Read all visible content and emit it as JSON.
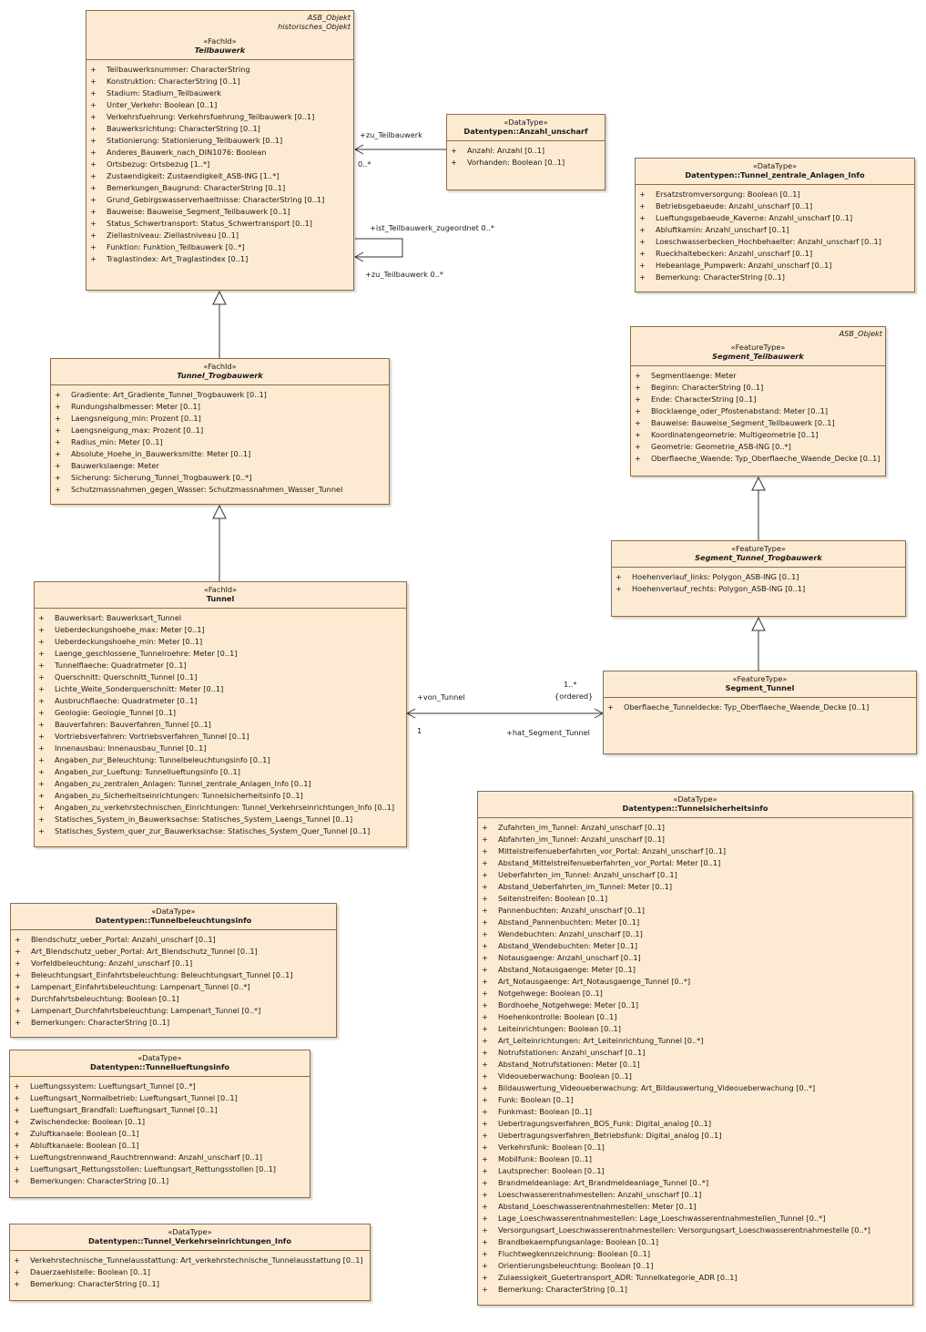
{
  "classes": {
    "teilbauwerk": {
      "tags": [
        "ASB_Objekt",
        "historisches_Objekt"
      ],
      "stereotype": "«FachId»",
      "name": "Teilbauwerk",
      "attributes": [
        {
          "vis": "+",
          "text": "Teilbauwerksnummer: CharacterString"
        },
        {
          "vis": "+",
          "text": "Konstruktion: CharacterString [0..1]"
        },
        {
          "vis": "+",
          "text": "Stadium: Stadium_Teilbauwerk"
        },
        {
          "vis": "+",
          "text": "Unter_Verkehr: Boolean [0..1]"
        },
        {
          "vis": "+",
          "text": "Verkehrsfuehrung: Verkehrsfuehrung_Teilbauwerk [0..1]"
        },
        {
          "vis": "+",
          "text": "Bauwerksrichtung: CharacterString [0..1]"
        },
        {
          "vis": "+",
          "text": "Stationierung: Stationierung_Teilbauwerk [0..1]"
        },
        {
          "vis": "+",
          "text": "Anderes_Bauwerk_nach_DIN1076: Boolean"
        },
        {
          "vis": "+",
          "text": "Ortsbezug: Ortsbezug [1..*]"
        },
        {
          "vis": "+",
          "text": "Zustaendigkeit: Zustaendigkeit_ASB-ING [1..*]"
        },
        {
          "vis": "+",
          "text": "Bemerkungen_Baugrund: CharacterString [0..1]"
        },
        {
          "vis": "+",
          "text": "Grund_Gebirgswasserverhaeltnisse: CharacterString [0..1]"
        },
        {
          "vis": "+",
          "text": "Bauweise: Bauweise_Segment_Teilbauwerk [0..1]"
        },
        {
          "vis": "+",
          "text": "Status_Schwertransport: Status_Schwertransport [0..1]"
        },
        {
          "vis": "+",
          "text": "Ziellastniveau: Ziellastniveau [0..1]"
        },
        {
          "vis": "+",
          "text": "Funktion: Funktion_Teilbauwerk [0..*]"
        },
        {
          "vis": "+",
          "text": "Traglastindex: Art_Traglastindex [0..1]"
        }
      ]
    },
    "anzahl_unscharf": {
      "stereotype": "«DataType»",
      "name": "Datentypen::Anzahl_unscharf",
      "attributes": [
        {
          "vis": "+",
          "text": "Anzahl: Anzahl [0..1]"
        },
        {
          "vis": "+",
          "text": "Vorhanden: Boolean [0..1]"
        }
      ]
    },
    "zentrale_anlagen": {
      "stereotype": "«DataType»",
      "name": "Datentypen::Tunnel_zentrale_Anlagen_Info",
      "attributes": [
        {
          "vis": "+",
          "text": "Ersatzstromversorgung: Boolean [0..1]"
        },
        {
          "vis": "+",
          "text": "Betriebsgebaeude: Anzahl_unscharf [0..1]"
        },
        {
          "vis": "+",
          "text": "Lueftungsgebaeude_Kaverne: Anzahl_unscharf [0..1]"
        },
        {
          "vis": "+",
          "text": "Abluftkamin: Anzahl_unscharf [0..1]"
        },
        {
          "vis": "+",
          "text": "Loeschwasserbecken_Hochbehaelter: Anzahl_unscharf [0..1]"
        },
        {
          "vis": "+",
          "text": "Rueckhaltebecken: Anzahl_unscharf [0..1]"
        },
        {
          "vis": "+",
          "text": "Hebeanlage_Pumpwerk: Anzahl_unscharf [0..1]"
        },
        {
          "vis": "+",
          "text": "Bemerkung: CharacterString [0..1]"
        }
      ]
    },
    "segment_teilbauwerk": {
      "tags": [
        "ASB_Objekt"
      ],
      "stereotype": "«FeatureType»",
      "name": "Segment_Teilbauwerk",
      "attributes": [
        {
          "vis": "+",
          "text": "Segmentlaenge: Meter"
        },
        {
          "vis": "+",
          "text": "Beginn: CharacterString [0..1]"
        },
        {
          "vis": "+",
          "text": "Ende: CharacterString [0..1]"
        },
        {
          "vis": "+",
          "text": "Blocklaenge_oder_Pfostenabstand: Meter [0..1]"
        },
        {
          "vis": "+",
          "text": "Bauweise: Bauweise_Segment_Teilbauwerk [0..1]"
        },
        {
          "vis": "+",
          "text": "Koordinatengeometrie: Multigeometrie [0..1]"
        },
        {
          "vis": "+",
          "text": "Geometrie: Geometrie_ASB-ING [0..*]"
        },
        {
          "vis": "+",
          "text": "Oberflaeche_Waende: Typ_Oberflaeche_Waende_Decke [0..1]"
        }
      ]
    },
    "tunnel_trogbauwerk": {
      "stereotype": "«FachId»",
      "name": "Tunnel_Trogbauwerk",
      "attributes": [
        {
          "vis": "+",
          "text": "Gradiente: Art_Gradiente_Tunnel_Trogbauwerk [0..1]"
        },
        {
          "vis": "+",
          "text": "Rundungshalbmesser: Meter [0..1]"
        },
        {
          "vis": "+",
          "text": "Laengsneigung_min: Prozent [0..1]"
        },
        {
          "vis": "+",
          "text": "Laengsneigung_max: Prozent [0..1]"
        },
        {
          "vis": "+",
          "text": "Radius_min: Meter [0..1]"
        },
        {
          "vis": "+",
          "text": "Absolute_Hoehe_in_Bauwerksmitte: Meter [0..1]"
        },
        {
          "vis": "+",
          "text": "Bauwerkslaenge: Meter"
        },
        {
          "vis": "+",
          "text": "Sicherung: Sicherung_Tunnel_Trogbauwerk [0..*]"
        },
        {
          "vis": "+",
          "text": "Schutzmassnahmen_gegen_Wasser: Schutzmassnahmen_Wasser_Tunnel"
        }
      ]
    },
    "segment_tunnel_trogbauwerk": {
      "stereotype": "«FeatureType»",
      "name": "Segment_Tunnel_Trogbauwerk",
      "attributes": [
        {
          "vis": "+",
          "text": "Hoehenverlauf_links: Polygon_ASB-ING [0..1]"
        },
        {
          "vis": "+",
          "text": "Hoehenverlauf_rechts: Polygon_ASB-ING [0..1]"
        }
      ]
    },
    "tunnel": {
      "stereotype": "«FachId»",
      "name": "Tunnel",
      "attributes": [
        {
          "vis": "+",
          "text": "Bauwerksart: Bauwerksart_Tunnel"
        },
        {
          "vis": "+",
          "text": "Ueberdeckungshoehe_max: Meter [0..1]"
        },
        {
          "vis": "+",
          "text": "Ueberdeckungshoehe_min: Meter [0..1]"
        },
        {
          "vis": "+",
          "text": "Laenge_geschlossene_Tunnelroehre: Meter [0..1]"
        },
        {
          "vis": "+",
          "text": "Tunnelflaeche: Quadratmeter [0..1]"
        },
        {
          "vis": "+",
          "text": "Querschnitt: Querschnitt_Tunnel [0..1]"
        },
        {
          "vis": "+",
          "text": "Lichte_Weite_Sonderquerschnitt: Meter [0..1]"
        },
        {
          "vis": "+",
          "text": "Ausbruchflaeche: Quadratmeter [0..1]"
        },
        {
          "vis": "+",
          "text": "Geologie: Geologie_Tunnel [0..1]"
        },
        {
          "vis": "+",
          "text": "Bauverfahren: Bauverfahren_Tunnel [0..1]"
        },
        {
          "vis": "+",
          "text": "Vortriebsverfahren: Vortriebsverfahren_Tunnel [0..1]"
        },
        {
          "vis": "+",
          "text": "Innenausbau: Innenausbau_Tunnel [0..1]"
        },
        {
          "vis": "+",
          "text": "Angaben_zur_Beleuchtung: Tunnelbeleuchtungsinfo [0..1]"
        },
        {
          "vis": "+",
          "text": "Angaben_zur_Lueftung: Tunnellueftungsinfo [0..1]"
        },
        {
          "vis": "+",
          "text": "Angaben_zu_zentralen_Anlagen: Tunnel_zentrale_Anlagen_Info [0..1]"
        },
        {
          "vis": "+",
          "text": "Angaben_zu_Sicherheitseinrichtungen: Tunnelsicherheitsinfo [0..1]"
        },
        {
          "vis": "+",
          "text": "Angaben_zu_verkehrstechnischen_Einrichtungen: Tunnel_Verkehrseinrichtungen_Info [0..1]"
        },
        {
          "vis": "+",
          "text": "Statisches_System_in_Bauwerksachse: Statisches_System_Laengs_Tunnel [0..1]"
        },
        {
          "vis": "+",
          "text": "Statisches_System_quer_zur_Bauwerksachse: Statisches_System_Quer_Tunnel [0..1]"
        }
      ]
    },
    "segment_tunnel": {
      "stereotype": "«FeatureType»",
      "name": "Segment_Tunnel",
      "attributes": [
        {
          "vis": "+",
          "text": "Oberflaeche_Tunneldecke: Typ_Oberflaeche_Waende_Decke [0..1]"
        }
      ]
    },
    "sicherheitsinfo": {
      "stereotype": "«DataType»",
      "name": "Datentypen::Tunnelsicherheitsinfo",
      "attributes": [
        {
          "vis": "+",
          "text": "Zufahrten_im_Tunnel: Anzahl_unscharf [0..1]"
        },
        {
          "vis": "+",
          "text": "Abfahrten_im_Tunnel: Anzahl_unscharf [0..1]"
        },
        {
          "vis": "+",
          "text": "Mittelstreifenueberfahrten_vor_Portal: Anzahl_unscharf [0..1]"
        },
        {
          "vis": "+",
          "text": "Abstand_Mittelstreifenueberfahrten_vor_Portal: Meter [0..1]"
        },
        {
          "vis": "+",
          "text": "Ueberfahrten_im_Tunnel: Anzahl_unscharf [0..1]"
        },
        {
          "vis": "+",
          "text": "Abstand_Ueberfahrten_im_Tunnel: Meter [0..1]"
        },
        {
          "vis": "+",
          "text": "Seitenstreifen: Boolean [0..1]"
        },
        {
          "vis": "+",
          "text": "Pannenbuchten: Anzahl_unscharf [0..1]"
        },
        {
          "vis": "+",
          "text": "Abstand_Pannenbuchten: Meter [0..1]"
        },
        {
          "vis": "+",
          "text": "Wendebuchten: Anzahl_unscharf [0..1]"
        },
        {
          "vis": "+",
          "text": "Abstand_Wendebuchten: Meter [0..1]"
        },
        {
          "vis": "+",
          "text": "Notausgaenge: Anzahl_unscharf [0..1]"
        },
        {
          "vis": "+",
          "text": "Abstand_Notausgaenge: Meter [0..1]"
        },
        {
          "vis": "+",
          "text": "Art_Notausgaenge: Art_Notausgaenge_Tunnel [0..*]"
        },
        {
          "vis": "+",
          "text": "Notgehwege: Boolean [0..1]"
        },
        {
          "vis": "+",
          "text": "Bordhoehe_Notgehwege: Meter [0..1]"
        },
        {
          "vis": "+",
          "text": "Hoehenkontrolle: Boolean [0..1]"
        },
        {
          "vis": "+",
          "text": "Leiteinrichtungen: Boolean [0..1]"
        },
        {
          "vis": "+",
          "text": "Art_Leiteinrichtungen: Art_Leiteinrichtung_Tunnel [0..*]"
        },
        {
          "vis": "+",
          "text": "Notrufstationen: Anzahl_unscharf [0..1]"
        },
        {
          "vis": "+",
          "text": "Abstand_Notrufstationen: Meter [0..1]"
        },
        {
          "vis": "+",
          "text": "Videoueberwachung: Boolean [0..1]"
        },
        {
          "vis": "+",
          "text": "Bildauswertung_Videoueberwachung: Art_Bildauswertung_Videoueberwachung [0..*]"
        },
        {
          "vis": "+",
          "text": "Funk: Boolean [0..1]"
        },
        {
          "vis": "+",
          "text": "Funkmast: Boolean [0..1]"
        },
        {
          "vis": "+",
          "text": "Uebertragungsverfahren_BOS_Funk: Digital_analog [0..1]"
        },
        {
          "vis": "+",
          "text": "Uebertragungsverfahren_Betriebsfunk: Digital_analog [0..1]"
        },
        {
          "vis": "+",
          "text": "Verkehrsfunk: Boolean [0..1]"
        },
        {
          "vis": "+",
          "text": "Mobilfunk: Boolean [0..1]"
        },
        {
          "vis": "+",
          "text": "Lautsprecher: Boolean [0..1]"
        },
        {
          "vis": "+",
          "text": "Brandmeldeanlage: Art_Brandmeldeanlage_Tunnel [0..*]"
        },
        {
          "vis": "+",
          "text": "Loeschwasserentnahmestellen: Anzahl_unscharf [0..1]"
        },
        {
          "vis": "+",
          "text": "Abstand_Loeschwasserentnahmestellen: Meter [0..1]"
        },
        {
          "vis": "+",
          "text": "Lage_Loeschwasserentnahmestellen: Lage_Loeschwasserentnahmestellen_Tunnel [0..*]"
        },
        {
          "vis": "+",
          "text": "Versorgungsart_Loeschwasserentnahmestellen: Versorgungsart_Loeschwasserentnahmestelle [0..*]"
        },
        {
          "vis": "+",
          "text": "Brandbekaempfungsanlage: Boolean [0..1]"
        },
        {
          "vis": "+",
          "text": "Fluchtwegkennzeichnung: Boolean [0..1]"
        },
        {
          "vis": "+",
          "text": "Orientierungsbeleuchtung: Boolean [0..1]"
        },
        {
          "vis": "+",
          "text": "Zulaessigkeit_Guetertransport_ADR: Tunnelkategorie_ADR [0..1]"
        },
        {
          "vis": "+",
          "text": "Bemerkung: CharacterString [0..1]"
        }
      ]
    },
    "beleuchtungsinfo": {
      "stereotype": "«DataType»",
      "name": "Datentypen::Tunnelbeleuchtungsinfo",
      "attributes": [
        {
          "vis": "+",
          "text": "Blendschutz_ueber_Portal: Anzahl_unscharf [0..1]"
        },
        {
          "vis": "+",
          "text": "Art_Blendschutz_ueber_Portal: Art_Blendschutz_Tunnel [0..1]"
        },
        {
          "vis": "+",
          "text": "Vorfeldbeleuchtung: Anzahl_unscharf [0..1]"
        },
        {
          "vis": "+",
          "text": "Beleuchtungsart_Einfahrtsbeleuchtung: Beleuchtungsart_Tunnel [0..1]"
        },
        {
          "vis": "+",
          "text": "Lampenart_Einfahrtsbeleuchtung: Lampenart_Tunnel [0..*]"
        },
        {
          "vis": "+",
          "text": "Durchfahrtsbeleuchtung: Boolean [0..1]"
        },
        {
          "vis": "+",
          "text": "Lampenart_Durchfahrtsbeleuchtung: Lampenart_Tunnel [0..*]"
        },
        {
          "vis": "+",
          "text": "Bemerkungen: CharacterString [0..1]"
        }
      ]
    },
    "lueftungsinfo": {
      "stereotype": "«DataType»",
      "name": "Datentypen::Tunnellueftungsinfo",
      "attributes": [
        {
          "vis": "+",
          "text": "Lueftungssystem: Lueftungsart_Tunnel [0..*]"
        },
        {
          "vis": "+",
          "text": "Lueftungsart_Normalbetrieb: Lueftungsart_Tunnel [0..1]"
        },
        {
          "vis": "+",
          "text": "Lueftungsart_Brandfall: Lueftungsart_Tunnel [0..1]"
        },
        {
          "vis": "+",
          "text": "Zwischendecke: Boolean [0..1]"
        },
        {
          "vis": "+",
          "text": "Zuluftkanaele: Boolean [0..1]"
        },
        {
          "vis": "+",
          "text": "Abluftkanaele: Boolean [0..1]"
        },
        {
          "vis": "+",
          "text": "Lueftungstrennwand_Rauchtrennwand: Anzahl_unscharf [0..1]"
        },
        {
          "vis": "+",
          "text": "Lueftungsart_Rettungsstollen: Lueftungsart_Rettungsstollen [0..1]"
        },
        {
          "vis": "+",
          "text": "Bemerkungen: CharacterString [0..1]"
        }
      ]
    },
    "verkehrseinrichtungen": {
      "stereotype": "«DataType»",
      "name": "Datentypen::Tunnel_Verkehrseinrichtungen_Info",
      "attributes": [
        {
          "vis": "+",
          "text": "Verkehrstechnische_Tunnelausstattung: Art_verkehrstechnische_Tunnelausstattung [0..1]"
        },
        {
          "vis": "+",
          "text": "Dauerzaehlstelle: Boolean [0..1]"
        },
        {
          "vis": "+",
          "text": "Bemerkung: CharacterString [0..1]"
        }
      ]
    }
  },
  "connectors": {
    "zu_teilbauwerk": "+zu_Teilbauwerk",
    "zu_teilbauwerk_mult": "0..*",
    "ist_zugeordnet": "+ist_Teilbauwerk_zugeordnet 0..*",
    "zu_teilbauwerk_self": "+zu_Teilbauwerk 0..*",
    "von_tunnel": "+von_Tunnel",
    "von_tunnel_mult": "1",
    "hat_segment": "+hat_Segment_Tunnel",
    "hat_segment_mult": "1..*",
    "hat_segment_ordered": "{ordered}"
  }
}
